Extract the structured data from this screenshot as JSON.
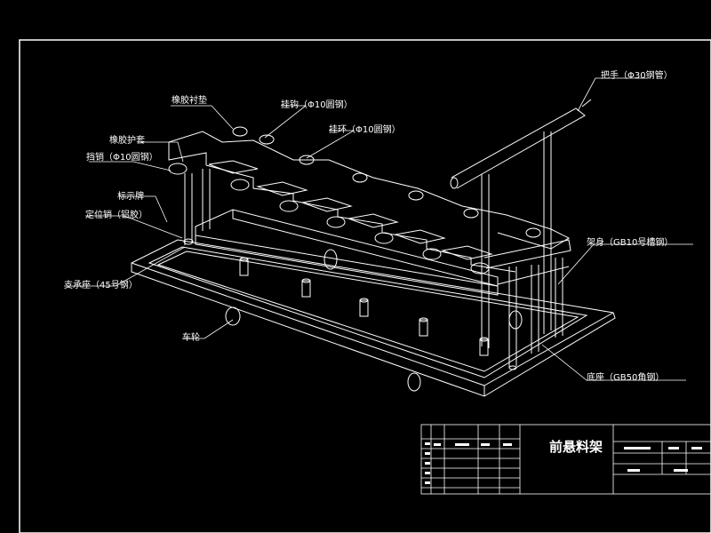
{
  "drawing": {
    "title": "前悬料架",
    "labels": {
      "rubber_pad": "橡胶衬垫",
      "hook": "挂钩（Φ10圆钢）",
      "ring": "挂环（Φ10圆钢）",
      "rubber_sleeve": "橡胶护套",
      "pin": "挡销（Φ10圆钢）",
      "marker": "标示牌",
      "locating_pin": "定位销（铝胶）",
      "support": "支承座（45号钢）",
      "wheel": "车轮",
      "handle": "把手（Φ30钢管）",
      "frame": "架身（GB10号槽钢）",
      "base": "底座（GB50角钢）"
    }
  }
}
